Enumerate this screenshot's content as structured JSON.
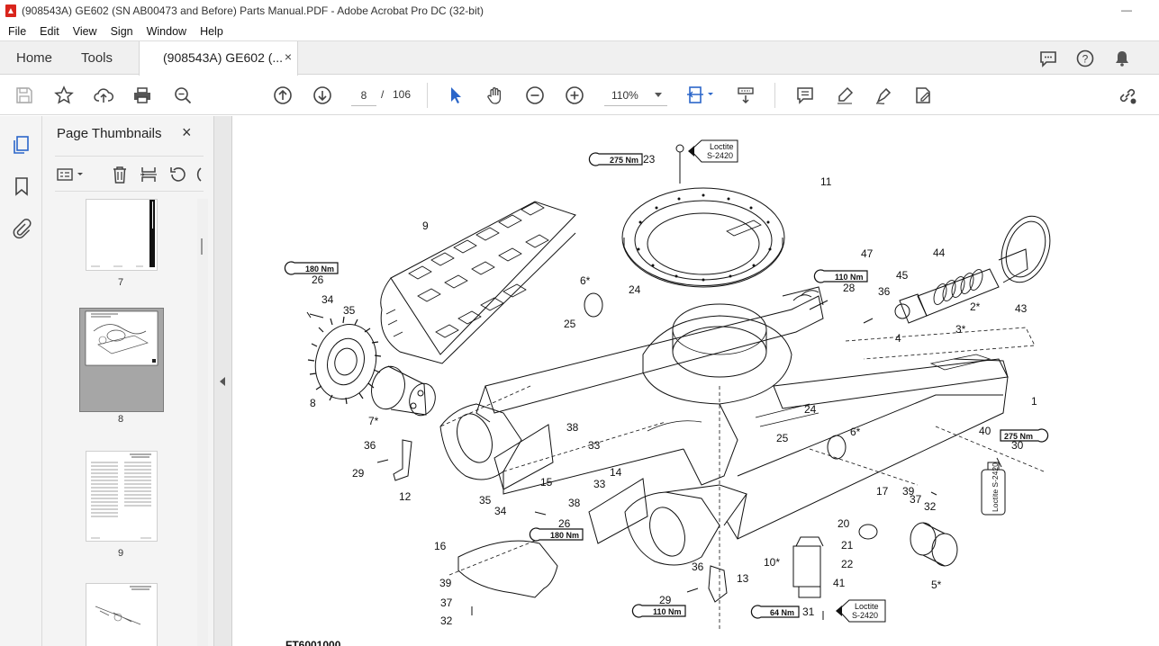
{
  "window": {
    "title": "(908543A) GE602 (SN AB00473 and Before) Parts Manual.PDF - Adobe Acrobat Pro DC (32-bit)",
    "app_icon": "pdf-icon",
    "minimize": "—"
  },
  "menu": [
    "File",
    "Edit",
    "View",
    "Sign",
    "Window",
    "Help"
  ],
  "tabs": {
    "home": "Home",
    "tools": "Tools",
    "document": "(908543A) GE602 (...",
    "close": "×"
  },
  "toolbar": {
    "current_page": "8",
    "page_separator": "/",
    "total_pages": "106",
    "zoom": "110%"
  },
  "panel": {
    "title": "Page Thumbnails",
    "close": "×",
    "thumbnails": [
      {
        "label": "7"
      },
      {
        "label": "8",
        "selected": true
      },
      {
        "label": "9"
      }
    ]
  },
  "diagram": {
    "torque_labels": [
      "275 Nm",
      "180 Nm",
      "110 Nm",
      "275 Nm",
      "180 Nm",
      "110 Nm",
      "64 Nm"
    ],
    "loctite_top": [
      "Loctite",
      "S-2420"
    ],
    "loctite_bottom": [
      "Loctite",
      "S-2420"
    ],
    "loctite_bottle": "Loctite S-2420",
    "part_numbers": [
      "23",
      "11",
      "9",
      "47",
      "44",
      "6*",
      "24",
      "28",
      "36",
      "45",
      "2*",
      "43",
      "26",
      "34",
      "35",
      "25",
      "4",
      "3*",
      "1",
      "8",
      "7*",
      "38",
      "33",
      "24",
      "25",
      "6*",
      "40",
      "30",
      "36",
      "29",
      "12",
      "15",
      "14",
      "33",
      "38",
      "17",
      "39",
      "37",
      "32",
      "35",
      "34",
      "26",
      "20",
      "16",
      "21",
      "10*",
      "22",
      "36",
      "13",
      "5*",
      "39",
      "37",
      "41",
      "29",
      "31",
      "32"
    ],
    "figure_code": "FT6001000"
  }
}
